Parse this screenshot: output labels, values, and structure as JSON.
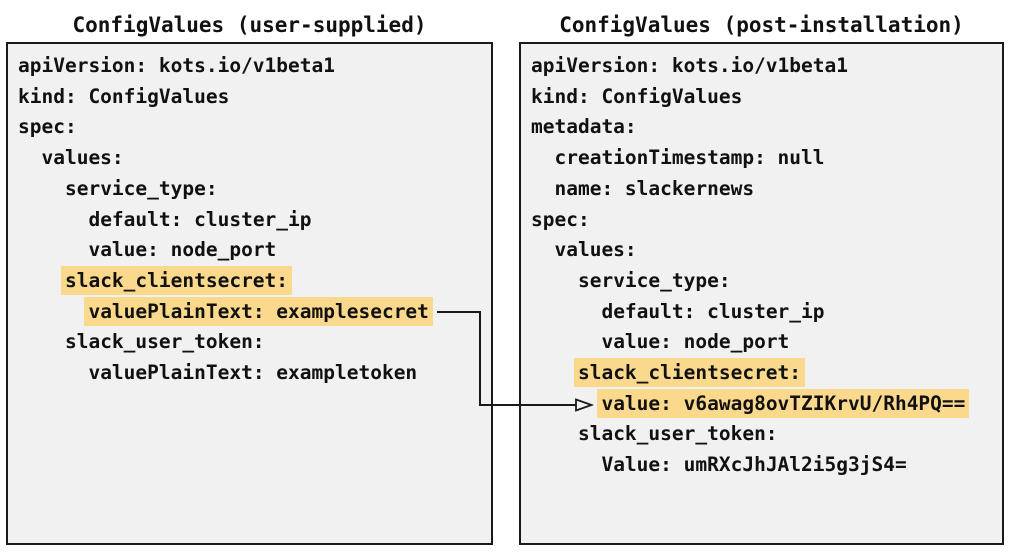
{
  "left_panel": {
    "title": "ConfigValues (user-supplied)",
    "lines": [
      {
        "indent": "",
        "text": "apiVersion: kots.io/v1beta1",
        "highlight": false
      },
      {
        "indent": "",
        "text": "kind: ConfigValues",
        "highlight": false
      },
      {
        "indent": "",
        "text": "spec:",
        "highlight": false
      },
      {
        "indent": "  ",
        "text": "values:",
        "highlight": false
      },
      {
        "indent": "    ",
        "text": "service_type:",
        "highlight": false
      },
      {
        "indent": "      ",
        "text": "default: cluster_ip",
        "highlight": false
      },
      {
        "indent": "      ",
        "text": "value: node_port",
        "highlight": false
      },
      {
        "indent": "    ",
        "text": "slack_clientsecret:",
        "highlight": true
      },
      {
        "indent": "      ",
        "text": "valuePlainText: examplesecret",
        "highlight": true
      },
      {
        "indent": "    ",
        "text": "slack_user_token:",
        "highlight": false
      },
      {
        "indent": "      ",
        "text": "valuePlainText: exampletoken",
        "highlight": false
      }
    ]
  },
  "right_panel": {
    "title": "ConfigValues (post-installation)",
    "lines": [
      {
        "indent": "",
        "text": "apiVersion: kots.io/v1beta1",
        "highlight": false
      },
      {
        "indent": "",
        "text": "kind: ConfigValues",
        "highlight": false
      },
      {
        "indent": "",
        "text": "metadata:",
        "highlight": false
      },
      {
        "indent": "  ",
        "text": "creationTimestamp: null",
        "highlight": false
      },
      {
        "indent": "  ",
        "text": "name: slackernews",
        "highlight": false
      },
      {
        "indent": "",
        "text": "spec:",
        "highlight": false
      },
      {
        "indent": "  ",
        "text": "values:",
        "highlight": false
      },
      {
        "indent": "    ",
        "text": "service_type:",
        "highlight": false
      },
      {
        "indent": "      ",
        "text": "default: cluster_ip",
        "highlight": false
      },
      {
        "indent": "      ",
        "text": "value: node_port",
        "highlight": false
      },
      {
        "indent": "    ",
        "text": "slack_clientsecret:",
        "highlight": true
      },
      {
        "indent": "      ",
        "text": "value: v6awag8ovTZIKrvU/Rh4PQ==",
        "highlight": true
      },
      {
        "indent": "    ",
        "text": "slack_user_token:",
        "highlight": false
      },
      {
        "indent": "      ",
        "text": "Value: umRXcJhJAl2i5g3jS4=",
        "highlight": false
      }
    ]
  },
  "arrow": {
    "from": "valuePlainText: examplesecret",
    "to": "value: v6awag8ovTZIKrvU/Rh4PQ==",
    "color": "#1a1a1a"
  },
  "colors": {
    "highlight": "#fbd98c",
    "panel_background": "#f1f1f1",
    "panel_border": "#1a1a1a",
    "text": "#111111",
    "page_background": "#ffffff"
  }
}
